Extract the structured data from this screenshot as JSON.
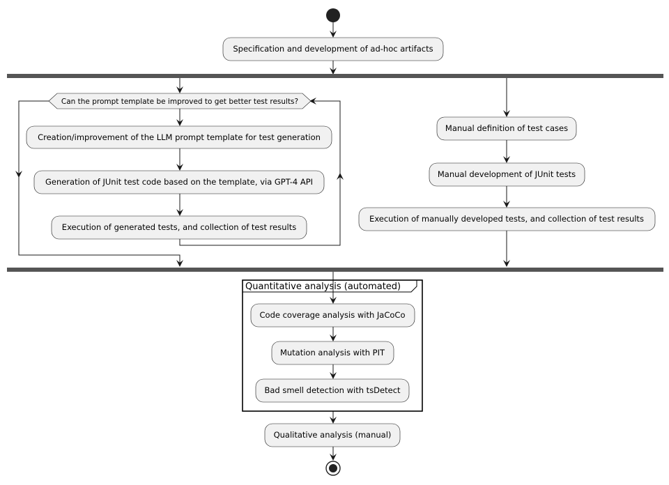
{
  "activities": {
    "spec": "Specification and development of ad-hoc artifacts",
    "decision": "Can the prompt template be improved to get better test results?",
    "creation": "Creation/improvement of the LLM prompt template for test generation",
    "generation": "Generation of JUnit test code based on the template, via GPT-4 API",
    "execution_generated": "Execution of generated tests, and collection of test results",
    "manual_definition": "Manual definition of test cases",
    "manual_development": "Manual development of JUnit tests",
    "execution_manual": "Execution of manually developed tests, and collection of test results",
    "coverage": "Code coverage analysis with JaCoCo",
    "mutation": "Mutation analysis with PIT",
    "smell": "Bad smell detection with tsDetect",
    "qualitative": "Qualitative analysis (manual)"
  },
  "group": {
    "title": "Quantitative analysis (automated)"
  }
}
